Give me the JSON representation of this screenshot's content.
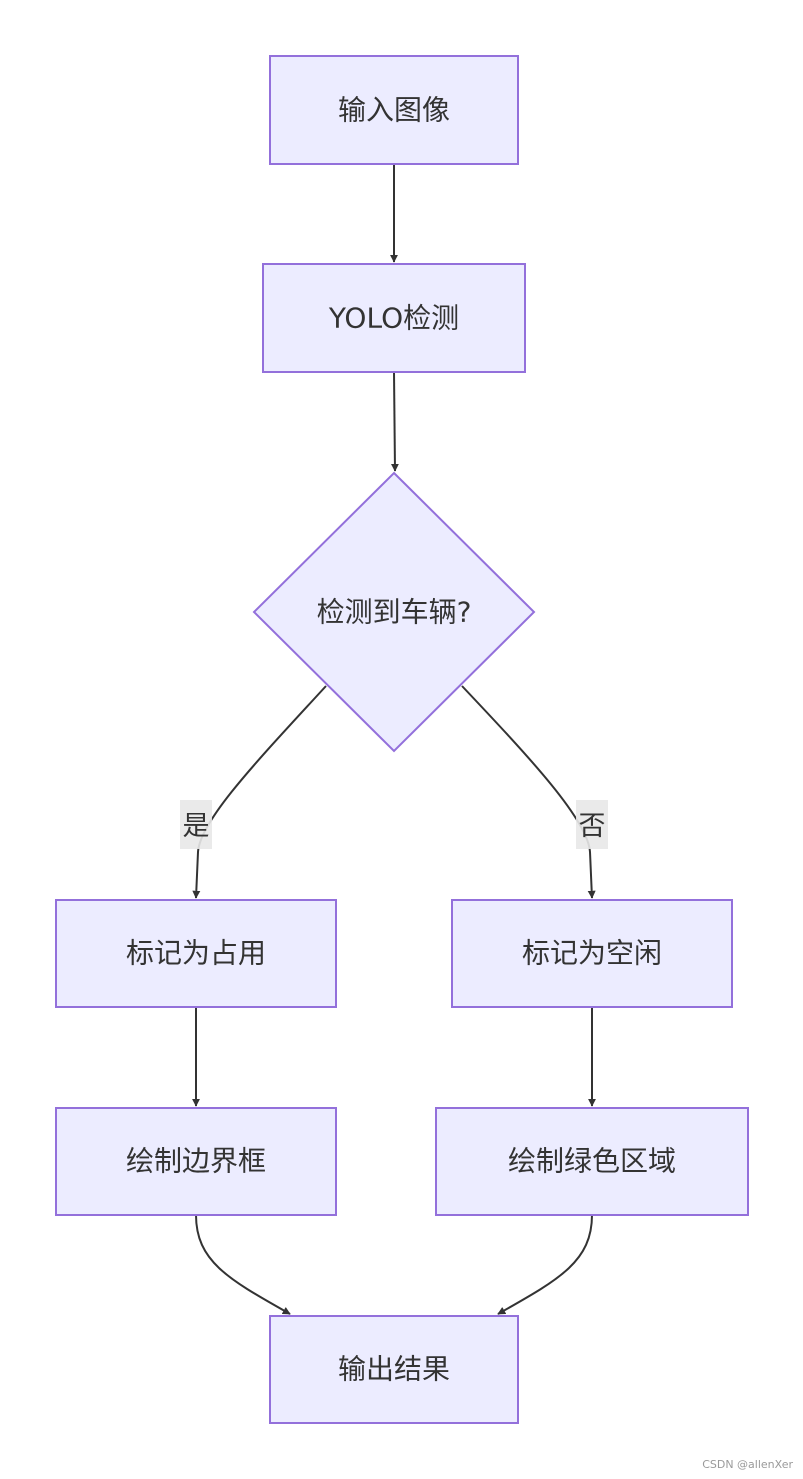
{
  "nodes": {
    "input": "输入图像",
    "yolo": "YOLO检测",
    "decision": "检测到车辆?",
    "occupied": "标记为占用",
    "free": "标记为空闲",
    "draw_box": "绘制边界框",
    "draw_green": "绘制绿色区域",
    "output": "输出结果"
  },
  "edge_labels": {
    "yes": "是",
    "no": "否"
  },
  "watermark": "CSDN @allenXer",
  "colors": {
    "node_fill": "#ECECFF",
    "node_stroke": "#9370DB",
    "edge": "#333333",
    "label_bg": "#E8E8E8"
  }
}
